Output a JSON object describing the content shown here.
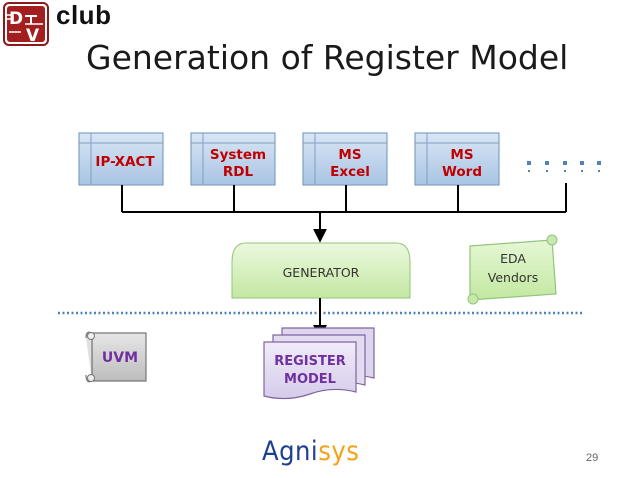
{
  "header": {
    "brand": "club",
    "title": "Generation of Register Model"
  },
  "inputs": [
    {
      "line1": "IP-XACT",
      "line2": ""
    },
    {
      "line1": "System",
      "line2": "RDL"
    },
    {
      "line1": "MS",
      "line2": "Excel"
    },
    {
      "line1": "MS",
      "line2": "Word"
    }
  ],
  "generator": {
    "label": "GENERATOR"
  },
  "eda": {
    "line1": "EDA",
    "line2": "Vendors"
  },
  "uvm": {
    "label": "UVM"
  },
  "output": {
    "line1": "REGISTER",
    "line2": "MODEL"
  },
  "footer": {
    "brand_part1": "Agni",
    "brand_part2": "sys",
    "page_number": "29"
  },
  "colors": {
    "input_fill": "#bcd4ec",
    "input_text": "#c00000",
    "generator_fill": "#d6f0c0",
    "eda_fill": "#d4f0bc",
    "uvm_fill": "#d0d0d0",
    "output_fill": "#e6e0f2",
    "output_text": "#7030a0",
    "divider": "#3f7fc0"
  }
}
